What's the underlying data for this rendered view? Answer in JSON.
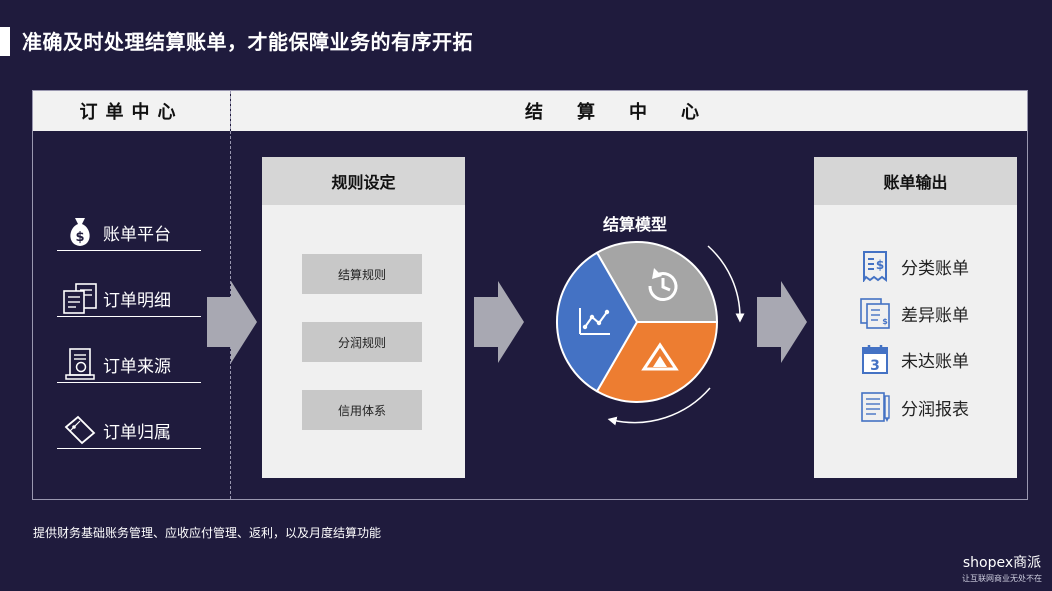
{
  "slide": {
    "title": "准确及时处理结算账单，才能保障业务的有序开拓",
    "footer_note": "提供财务基础账务管理、应收应付管理、返利，以及月度结算功能"
  },
  "order_center": {
    "header": "订单中心",
    "items": [
      {
        "label": "账单平台",
        "icon": "money-bag-icon"
      },
      {
        "label": "订单明细",
        "icon": "document-list-icon"
      },
      {
        "label": "订单来源",
        "icon": "certificate-scroll-icon"
      },
      {
        "label": "订单归属",
        "icon": "tag-icon"
      }
    ]
  },
  "settlement_center": {
    "header": "结算中心",
    "rules_panel": {
      "title": "规则设定",
      "items": [
        "结算规则",
        "分润规则",
        "信用体系"
      ]
    },
    "model": {
      "title": "结算模型",
      "segments": [
        {
          "name": "analytics",
          "icon": "analytics-chart-icon",
          "color": "#4472c4"
        },
        {
          "name": "history",
          "icon": "history-clock-icon",
          "color": "#a5a5a5"
        },
        {
          "name": "warning",
          "icon": "warning-triangle-icon",
          "color": "#ed7d31"
        }
      ]
    },
    "output_panel": {
      "title": "账单输出",
      "items": [
        {
          "label": "分类账单",
          "icon": "receipt-dollar-icon"
        },
        {
          "label": "差异账单",
          "icon": "invoice-stack-icon"
        },
        {
          "label": "未达账单",
          "icon": "calendar-3-icon"
        },
        {
          "label": "分润报表",
          "icon": "report-pencil-icon"
        }
      ]
    }
  },
  "brand": {
    "logo_text": "shopex商派",
    "tagline": "让互联网商业无处不在"
  },
  "colors": {
    "background": "#1f1b3d",
    "panel": "#f0f0f0",
    "panel_header": "#d6d6d6",
    "arrow": "#a8a8b2",
    "icon_blue": "#4472c4"
  }
}
